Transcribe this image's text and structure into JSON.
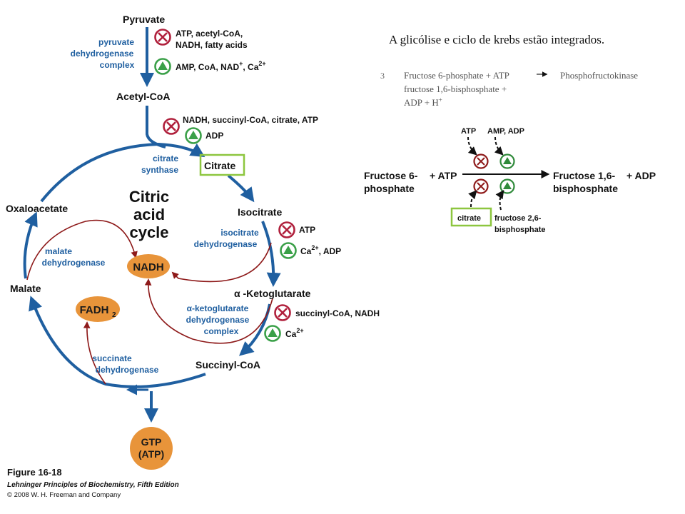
{
  "slide_title": "A glicólise e ciclo de krebs estão integrados.",
  "colors": {
    "flow_blue": "#1f5fa0",
    "inhibit_red": "#b0203c",
    "activate_green": "#3aa048",
    "red_arrow": "#8e1a1a",
    "orange_cofactor": "#e8943a",
    "highlight_box": "#8dc63f"
  },
  "krebs": {
    "metabolites": {
      "pyruvate": "Pyruvate",
      "acetyl_coa": "Acetyl-CoA",
      "citrate": "Citrate",
      "isocitrate": "Isocitrate",
      "ketoglutarate": "α -Ketoglutarate",
      "succinyl_coa": "Succinyl-CoA",
      "malate": "Malate",
      "oxaloacetate": "Oxaloacetate"
    },
    "enzymes": {
      "pdh": [
        "pyruvate",
        "dehydrogenase",
        "complex"
      ],
      "citrate_synthase": [
        "citrate",
        "synthase"
      ],
      "idh": [
        "isocitrate",
        "dehydrogenase"
      ],
      "akgdh": [
        "α-ketoglutarate",
        "dehydrogenase",
        "complex"
      ],
      "malate_dh": [
        "malate",
        "dehydrogenase"
      ],
      "succinate_dh": [
        "succinate",
        "dehydrogenase"
      ]
    },
    "center_title": [
      "Citric",
      "acid",
      "cycle"
    ],
    "cofactors": {
      "nadh": "NADH",
      "fadh2": "FADH",
      "fadh2_sub": "2",
      "gtp": "GTP",
      "atp": "(ATP)"
    },
    "regulators": {
      "pdh_inhibitors_1": "ATP, acetyl-CoA,",
      "pdh_inhibitors_2": "NADH, fatty acids",
      "pdh_activators": "AMP, CoA, NAD",
      "pdh_activators_sup1": "+",
      "pdh_activators_mid": ", Ca",
      "pdh_activators_sup2": "2+",
      "cs_inhibitors": "NADH, succinyl-CoA, citrate, ATP",
      "cs_activators": "ADP",
      "idh_inhibitors": "ATP",
      "idh_activators": "Ca",
      "idh_activators_sup": "2+",
      "idh_activators_end": ", ADP",
      "akg_inhibitors": "succinyl-CoA, NADH",
      "akg_activators": "Ca",
      "akg_activators_sup": "2+"
    }
  },
  "figure_caption": {
    "line1": "Figure 16-18",
    "line2": "Lehninger Principles of Biochemistry, Fifth Edition",
    "line3": "© 2008 W. H. Freeman and Company"
  },
  "pfk": {
    "reaction_number": "3",
    "reaction_line1": "Fructose 6-phosphate + ATP",
    "reaction_enzyme": "Phosphofructokinase",
    "reaction_line2": "fructose 1,6-bisphosphate +",
    "reaction_line3": "ADP + H",
    "reaction_line3_sup": "+",
    "substrate": [
      "Fructose 6-",
      "phosphate"
    ],
    "plus_atp": "+ ATP",
    "product": [
      "Fructose 1,6-",
      "bisphosphate"
    ],
    "plus_adp": "+ ADP",
    "inhibitor_top": "ATP",
    "activator_top": "AMP, ADP",
    "inhibitor_bottom": "citrate",
    "activator_bottom": [
      "fructose 2,6-",
      "bisphosphate"
    ]
  }
}
